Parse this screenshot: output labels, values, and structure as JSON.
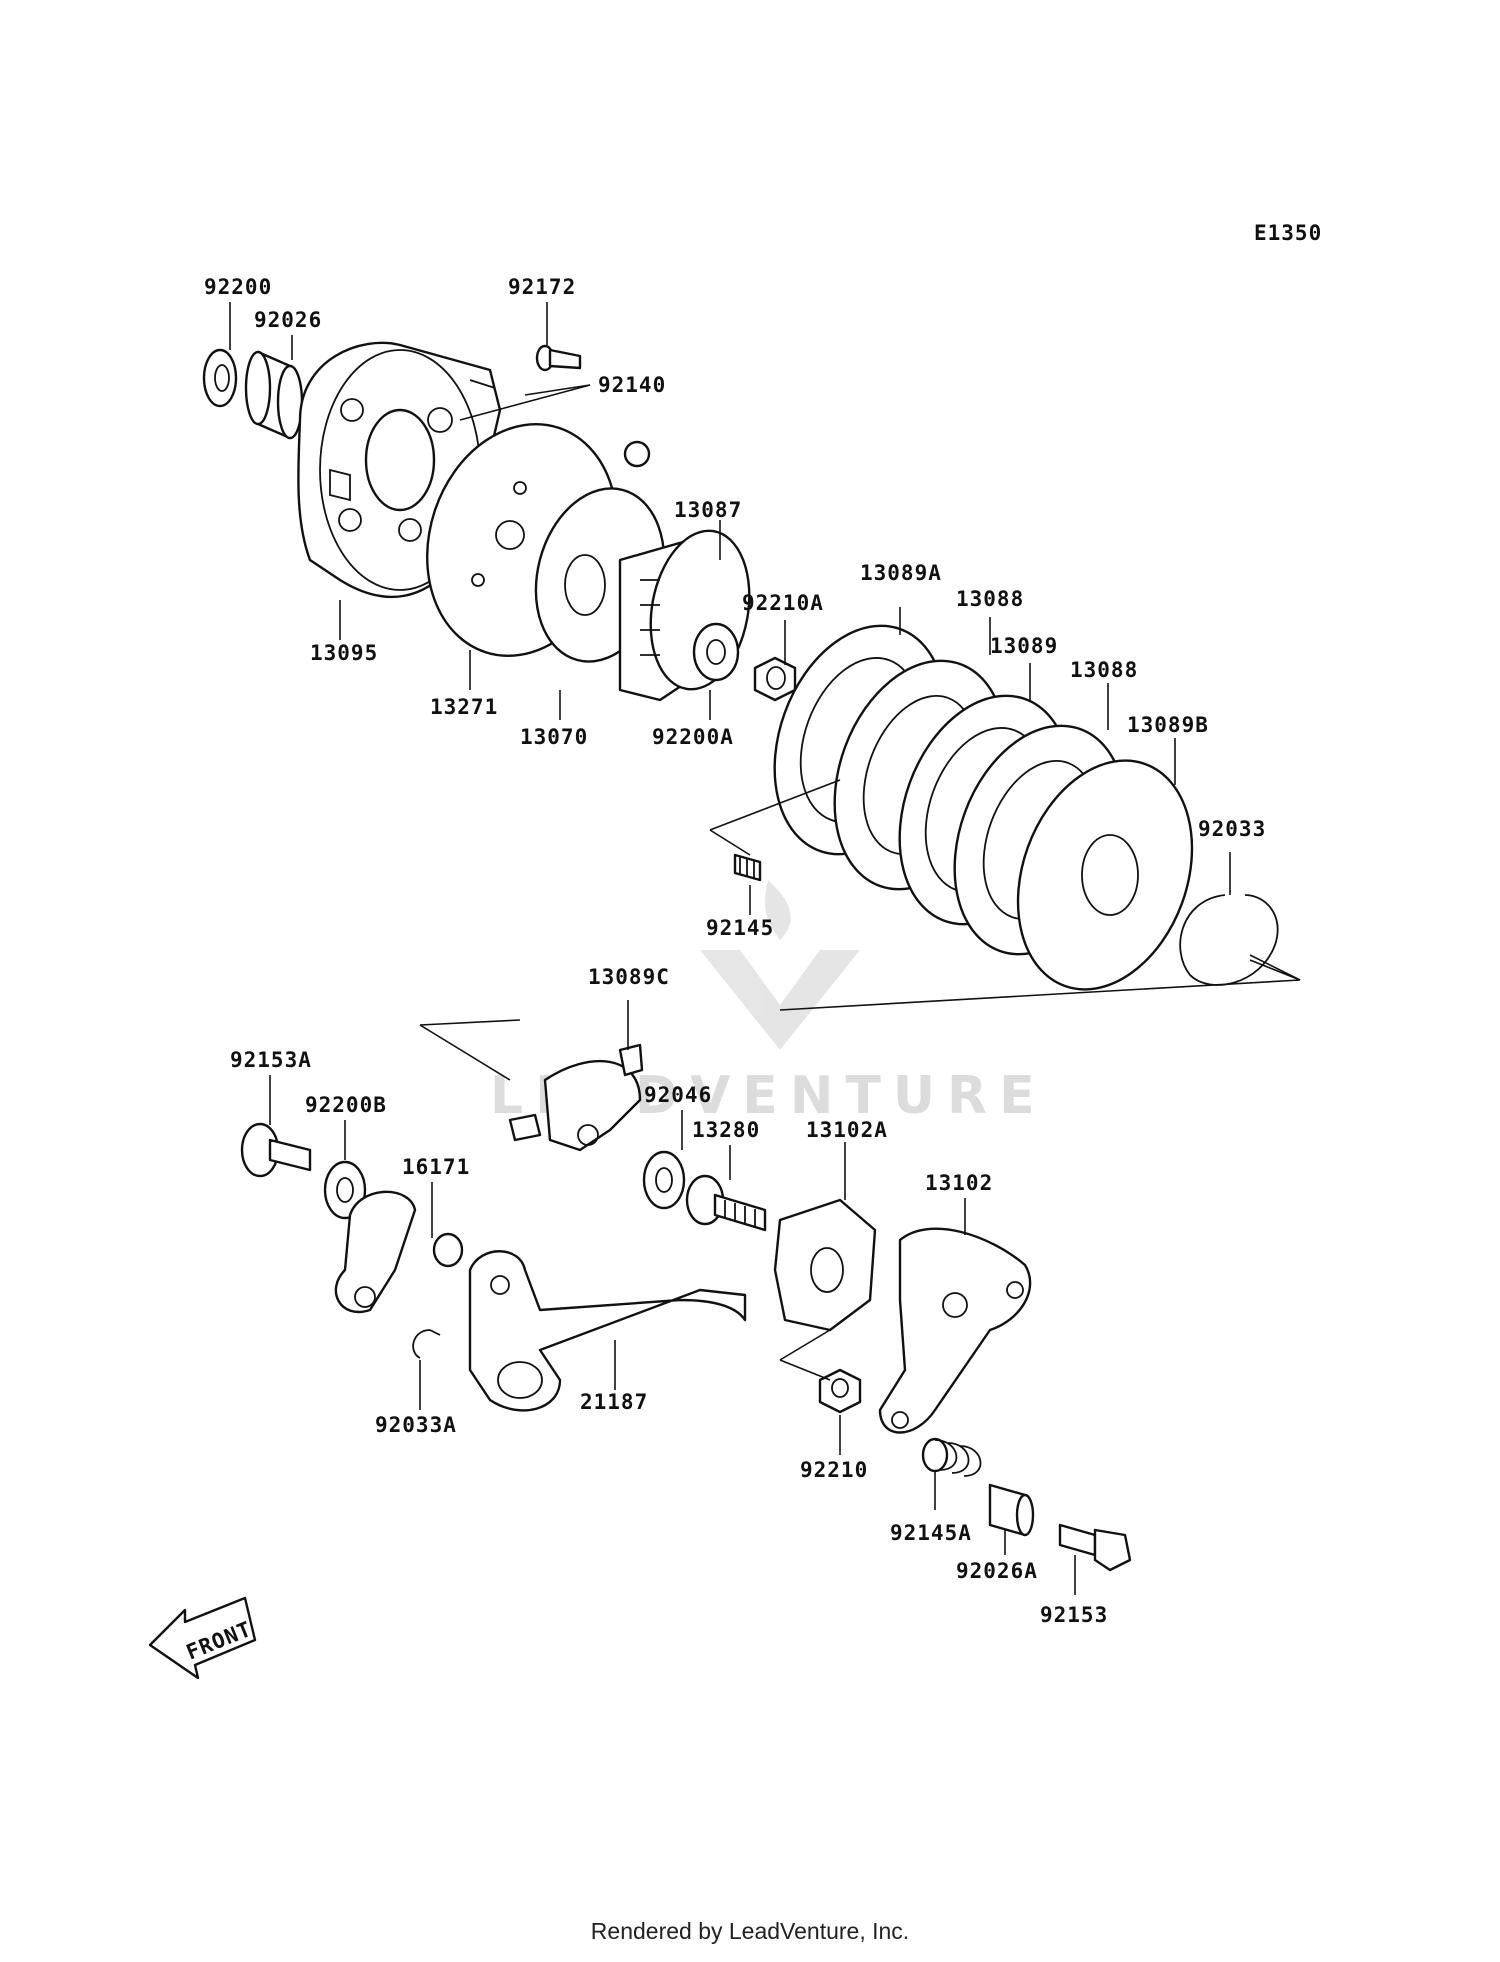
{
  "diagram_code": "E1350",
  "footer": "Rendered by LeadVenture, Inc.",
  "watermark": "LEADVENTURE",
  "front_arrow": "FRONT",
  "part_numbers": [
    "92200",
    "92026",
    "92172",
    "92140",
    "13087",
    "13089A",
    "13088",
    "92210A",
    "13089",
    "13088",
    "13089B",
    "92033",
    "13095",
    "13271",
    "13070",
    "92200A",
    "92145",
    "13089C",
    "92153A",
    "92046",
    "92200B",
    "13280",
    "13102A",
    "16171",
    "13102",
    "92033A",
    "21187",
    "92210",
    "92145A",
    "92026A",
    "92153"
  ]
}
